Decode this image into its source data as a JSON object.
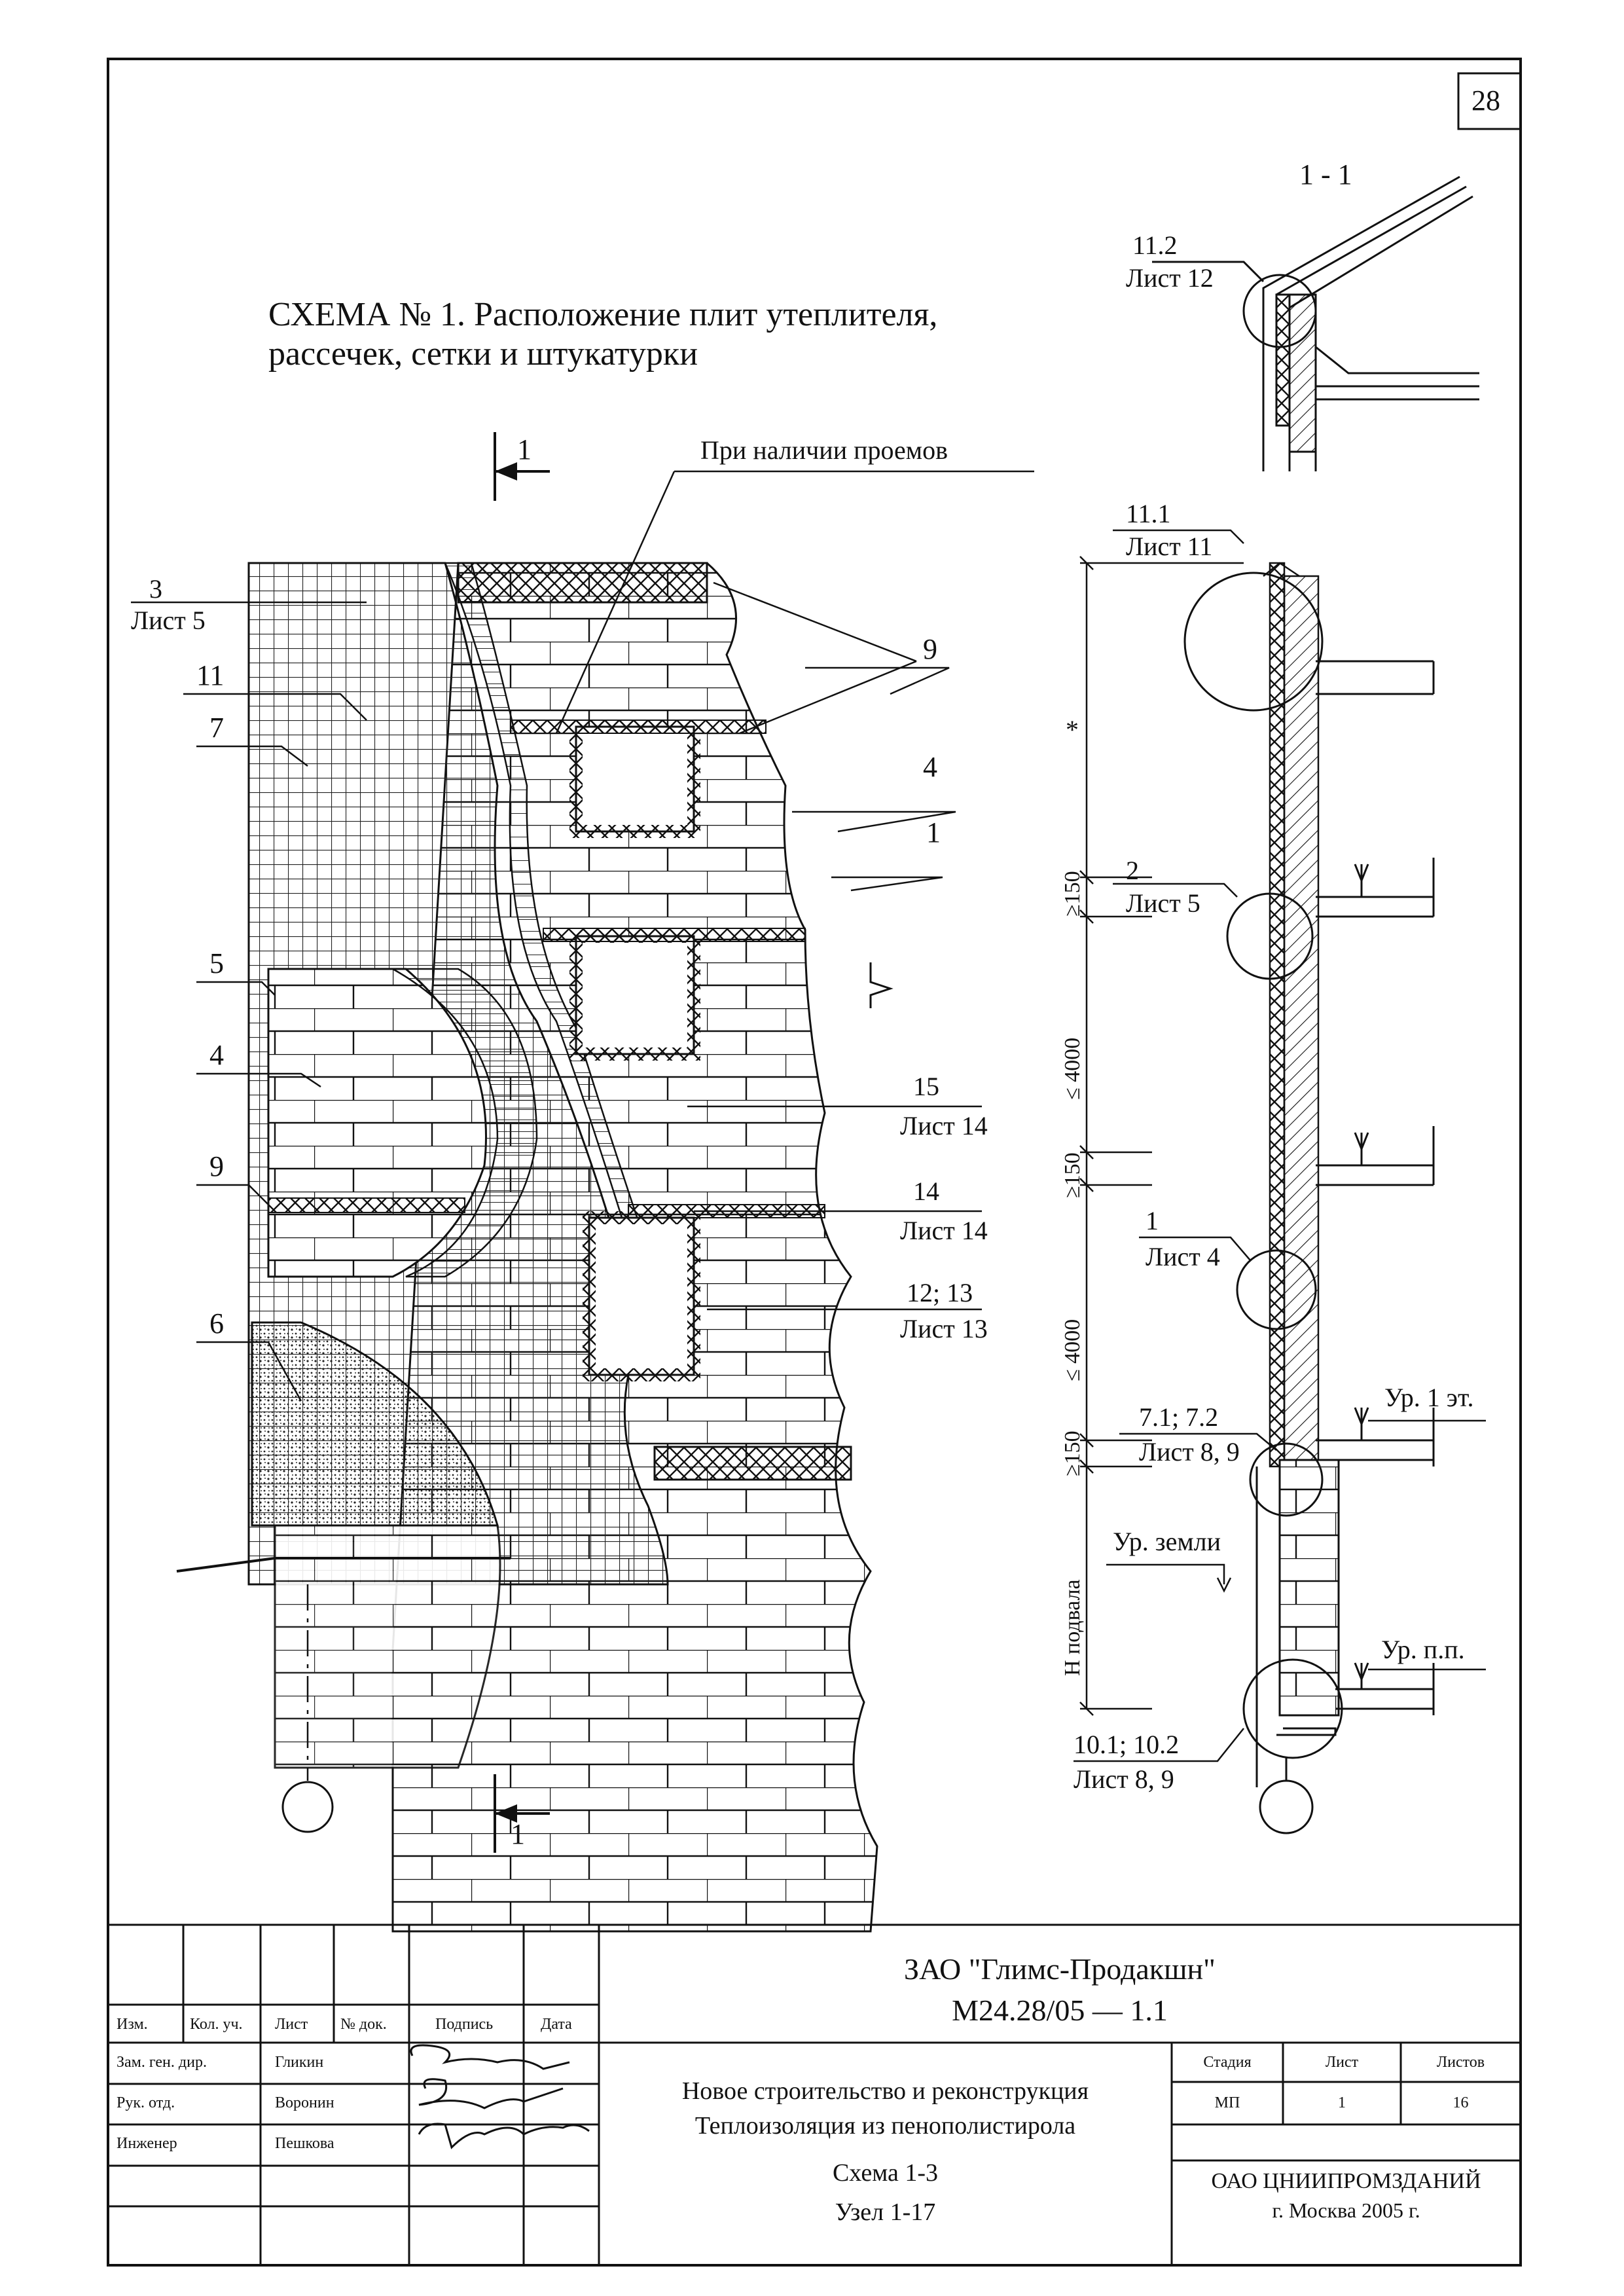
{
  "sheet": {
    "number": "28",
    "scheme_title_line1": "СХЕМА № 1. Расположение плит утеплителя,",
    "scheme_title_line2": "рассечек, сетки и штукатурки",
    "section_label": "1 - 1",
    "section_mark": "1",
    "openings_note": "При наличии проемов"
  },
  "elevation_labels": {
    "ref3_num": "3",
    "ref3_sheet": "Лист 5",
    "ref11": "11",
    "ref7": "7",
    "ref5": "5",
    "ref4a": "4",
    "ref9a": "9",
    "ref6": "6",
    "ref9b": "9",
    "ref4b": "4",
    "ref1": "1",
    "ref15": "15",
    "ref15_sheet": "Лист 14",
    "ref14": "14",
    "ref14_sheet": "Лист 14",
    "ref1213": "12; 13",
    "ref1213_sheet": "Лист 13"
  },
  "section_labels": {
    "n112": "11.2",
    "n112_sheet": "Лист 12",
    "n111": "11.1",
    "n111_sheet": "Лист 11",
    "n2": "2",
    "n2_sheet": "Лист 5",
    "n1": "1",
    "n1_sheet": "Лист 4",
    "n7172": "7.1; 7.2",
    "n7172_sheet": "Лист 8, 9",
    "n101102": "10.1; 10.2",
    "n101102_sheet": "Лист 8, 9",
    "level_floor1": "Ур. 1 эт.",
    "level_ground": "Ур. земли",
    "level_pp": "Ур. п.п.",
    "dim_star": "*",
    "dim_150a": "≥150",
    "dim_4000a": "≤ 4000",
    "dim_150b": "≥150",
    "dim_4000b": "≤ 4000",
    "dim_150c": "≥150",
    "dim_h": "Н подвала"
  },
  "title_block": {
    "head": [
      "Изм.",
      "Кол. уч.",
      "Лист",
      "№ док.",
      "Подпись",
      "Дата"
    ],
    "roles": [
      {
        "role": "Зам. ген. дир.",
        "name": "Гликин"
      },
      {
        "role": "Рук. отд.",
        "name": "Воронин"
      },
      {
        "role": "Инженер",
        "name": "Пешкова"
      }
    ],
    "company": "ЗАО \"Глимс-Продакшн\"",
    "doc_code": "М24.28/05  —  1.1",
    "desc": [
      "Новое строительство и реконструкция",
      "Теплоизоляция из пенополистирола",
      "Схема 1-3",
      "Узел 1-17"
    ],
    "stage_head": "Стадия",
    "sheet_head": "Лист",
    "sheets_head": "Листов",
    "stage": "МП",
    "sheet_no": "1",
    "sheets_total": "16",
    "org": "ОАО ЦНИИПРОМЗДАНИЙ",
    "org_city": "г. Москва 2005 г."
  }
}
